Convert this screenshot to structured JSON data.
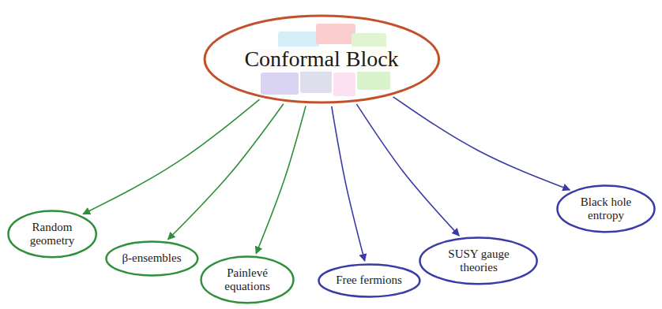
{
  "diagram": {
    "nodes": [
      {
        "text": [
          "Conformal Block"
        ]
      },
      {
        "text": [
          "Random geometry"
        ]
      },
      {
        "text": [
          "β-ensembles"
        ]
      },
      {
        "text": [
          "Painlevé equations"
        ]
      },
      {
        "text": [
          "Free fermions"
        ]
      },
      {
        "text": [
          "SUSY gauge theories"
        ]
      },
      {
        "text": [
          "Black hole entropy"
        ]
      }
    ],
    "edges": [
      {
        "from": 0,
        "to": 1,
        "arrow": "to"
      },
      {
        "from": 0,
        "to": 2,
        "arrow": "to"
      },
      {
        "from": 0,
        "to": 3,
        "arrow": "to"
      },
      {
        "from": 0,
        "to": 4,
        "arrow": "to"
      },
      {
        "from": 0,
        "to": 5,
        "arrow": "to"
      },
      {
        "from": 0,
        "to": 6,
        "arrow": "to"
      }
    ]
  }
}
